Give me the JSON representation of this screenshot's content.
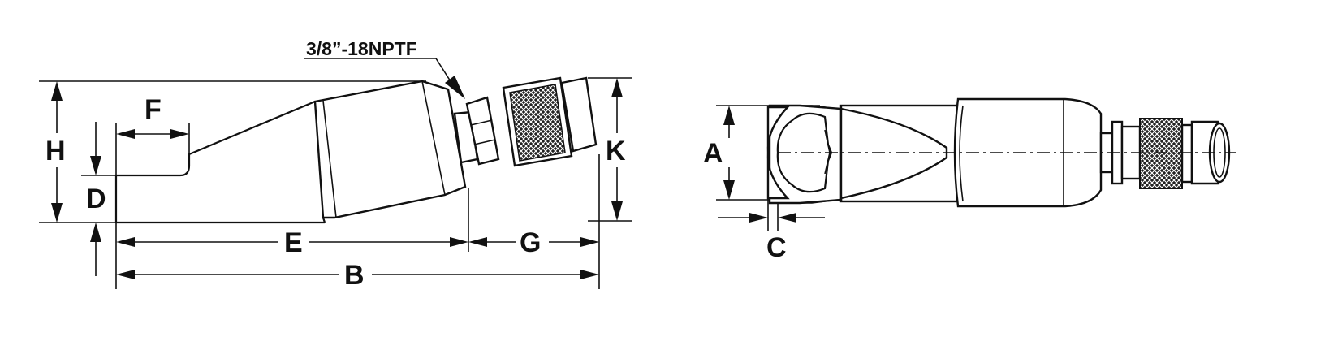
{
  "side_view": {
    "thread_label": "3/8”-18NPTF",
    "dimensions": {
      "H": "H",
      "F": "F",
      "D": "D",
      "E": "E",
      "G": "G",
      "B": "B",
      "K": "K"
    }
  },
  "end_view": {
    "dimensions": {
      "A": "A",
      "C": "C"
    }
  },
  "colors": {
    "ink": "#111111",
    "background": "#ffffff"
  }
}
